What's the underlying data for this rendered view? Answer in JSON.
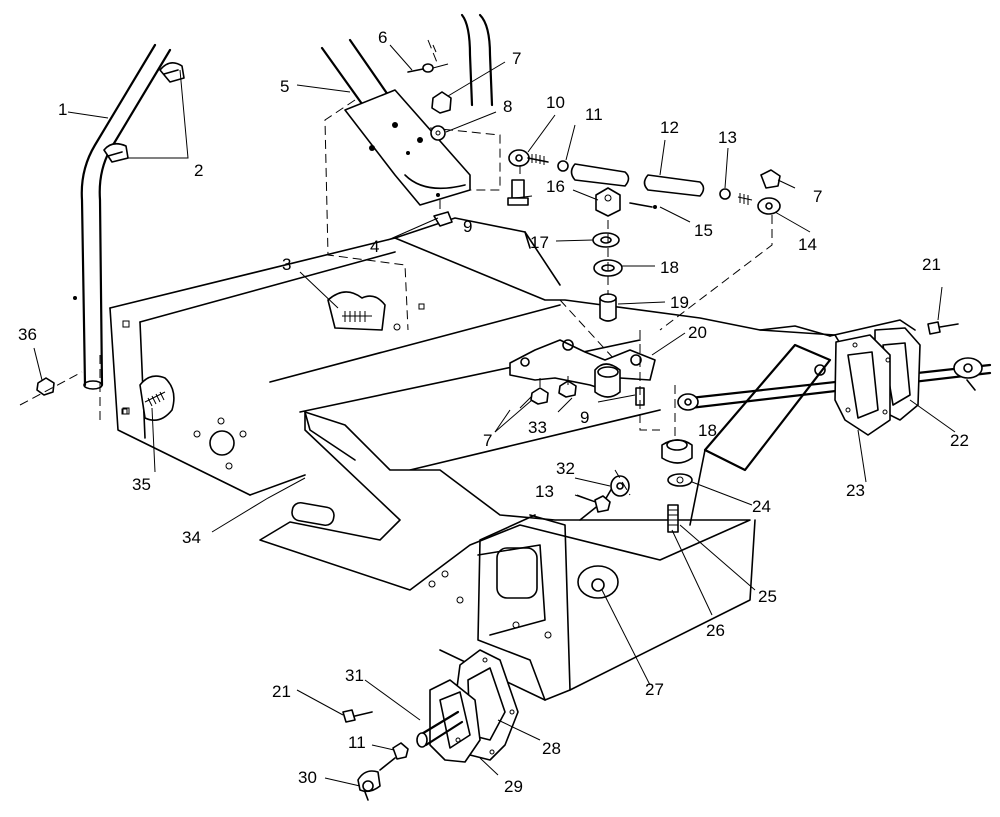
{
  "diagram": {
    "callouts": [
      {
        "id": "c1",
        "text": "1"
      },
      {
        "id": "c2",
        "text": "2"
      },
      {
        "id": "c3",
        "text": "3"
      },
      {
        "id": "c4",
        "text": "4"
      },
      {
        "id": "c5",
        "text": "5"
      },
      {
        "id": "c6",
        "text": "6"
      },
      {
        "id": "c7a",
        "text": "7"
      },
      {
        "id": "c7b",
        "text": "7"
      },
      {
        "id": "c7c",
        "text": "7"
      },
      {
        "id": "c8",
        "text": "8"
      },
      {
        "id": "c9a",
        "text": "9"
      },
      {
        "id": "c9b",
        "text": "9"
      },
      {
        "id": "c10",
        "text": "10"
      },
      {
        "id": "c11a",
        "text": "11"
      },
      {
        "id": "c11b",
        "text": "11"
      },
      {
        "id": "c12",
        "text": "12"
      },
      {
        "id": "c13a",
        "text": "13"
      },
      {
        "id": "c13b",
        "text": "13"
      },
      {
        "id": "c14",
        "text": "14"
      },
      {
        "id": "c15",
        "text": "15"
      },
      {
        "id": "c16",
        "text": "16"
      },
      {
        "id": "c17",
        "text": "17"
      },
      {
        "id": "c18a",
        "text": "18"
      },
      {
        "id": "c18b",
        "text": "18"
      },
      {
        "id": "c19",
        "text": "19"
      },
      {
        "id": "c20",
        "text": "20"
      },
      {
        "id": "c21a",
        "text": "21"
      },
      {
        "id": "c21b",
        "text": "21"
      },
      {
        "id": "c22",
        "text": "22"
      },
      {
        "id": "c23",
        "text": "23"
      },
      {
        "id": "c24",
        "text": "24"
      },
      {
        "id": "c25",
        "text": "25"
      },
      {
        "id": "c26",
        "text": "26"
      },
      {
        "id": "c27",
        "text": "27"
      },
      {
        "id": "c28",
        "text": "28"
      },
      {
        "id": "c29",
        "text": "29"
      },
      {
        "id": "c30",
        "text": "30"
      },
      {
        "id": "c31",
        "text": "31"
      },
      {
        "id": "c32",
        "text": "32"
      },
      {
        "id": "c33",
        "text": "33"
      },
      {
        "id": "c34",
        "text": "34"
      },
      {
        "id": "c35",
        "text": "35"
      },
      {
        "id": "c36",
        "text": "36"
      }
    ]
  }
}
